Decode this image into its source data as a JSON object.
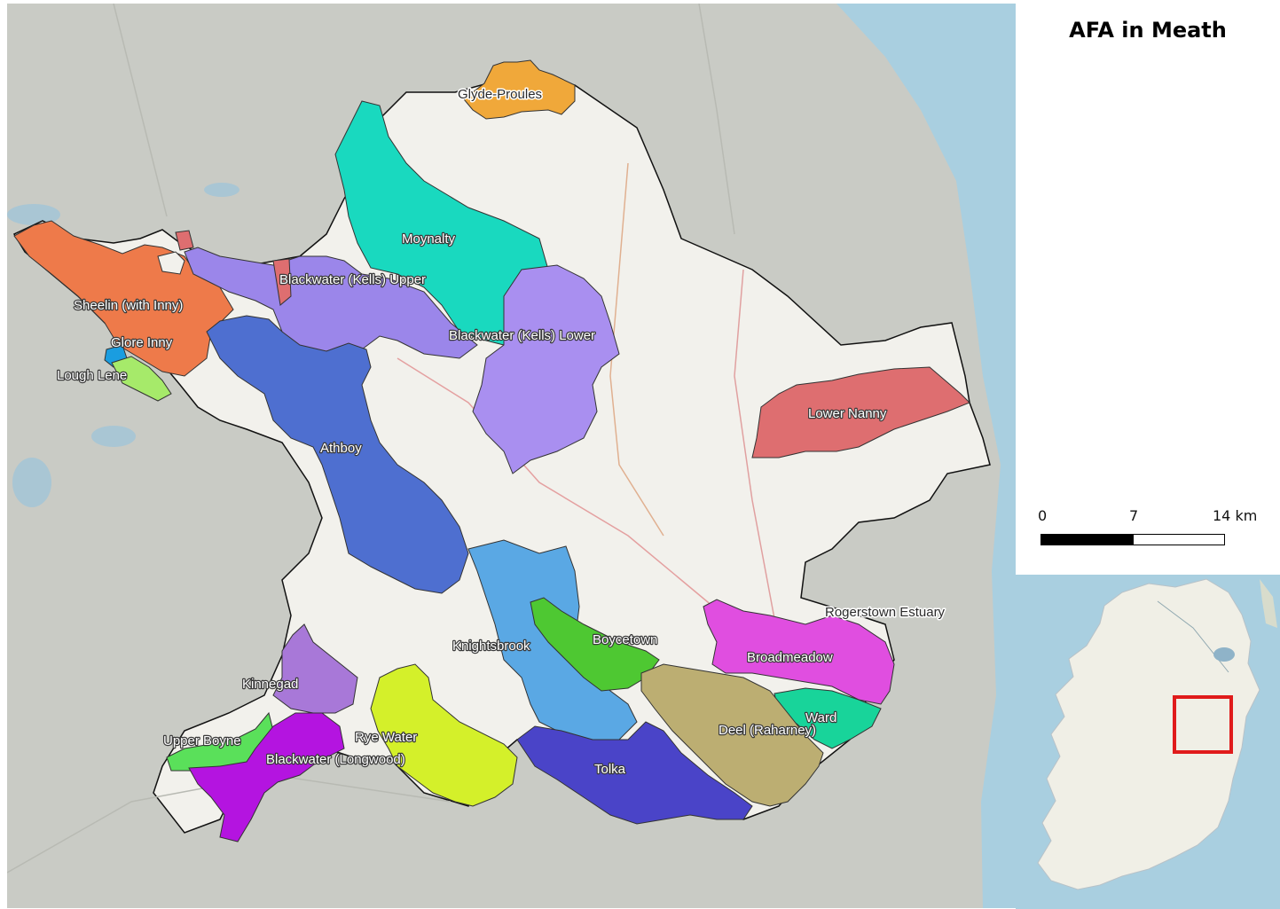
{
  "title": "AFA in Meath",
  "scale": {
    "labels": [
      "0",
      "7",
      "14 km"
    ]
  },
  "colors": {
    "sea": "#a9cfe0",
    "land": "#c9cbc5",
    "county_fill": "#f2f1ec",
    "inset_land": "#f0efe6",
    "inset_box": "#e01b1b"
  },
  "regions": [
    {
      "name": "Glyde-Proules",
      "color": "#f0a83a"
    },
    {
      "name": "Moynalty",
      "color": "#19d9bf"
    },
    {
      "name": "Sheelin (with Inny)",
      "color": "#ee7a4a"
    },
    {
      "name": "Glore Inny",
      "color": "#1a9de0"
    },
    {
      "name": "Lough Lene",
      "color": "#a6ea6a"
    },
    {
      "name": "Blackwater (Kells) Upper",
      "color": "#9b86ea"
    },
    {
      "name": "Blackwater (Kells) Lower",
      "color": "#a98ff0"
    },
    {
      "name": "Athboy",
      "color": "#4e6fd0"
    },
    {
      "name": "Lower Nanny",
      "color": "#de6e70"
    },
    {
      "name": "Knightsbrook",
      "color": "#5aa8e4"
    },
    {
      "name": "Boycetown",
      "color": "#4ec832"
    },
    {
      "name": "Rogerstown Estuary",
      "color": "#f2f1ec"
    },
    {
      "name": "Broadmeadow",
      "color": "#e04ee0"
    },
    {
      "name": "Ward",
      "color": "#18d49a"
    },
    {
      "name": "Deel (Raharney)",
      "color": "#a878d8"
    },
    {
      "name": "Kinnegad",
      "color": "#5ae05a"
    },
    {
      "name": "Upper Boyne",
      "color": "#b414e0"
    },
    {
      "name": "Blackwater (Longwood)",
      "color": "#d4f02a"
    },
    {
      "name": "Rye Water",
      "color": "#4a44c8"
    },
    {
      "name": "Tolka",
      "color": "#bcae72"
    }
  ]
}
